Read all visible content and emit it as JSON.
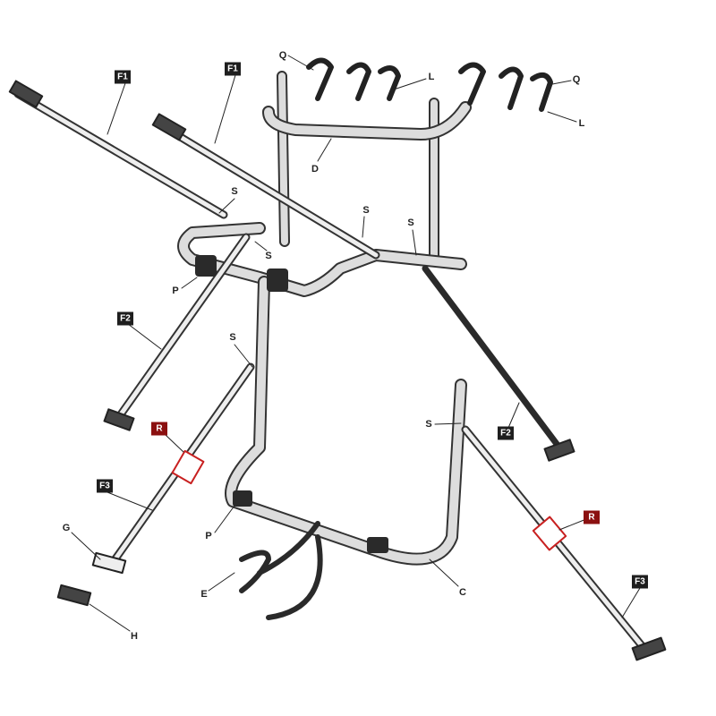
{
  "diagram": {
    "badges": [
      {
        "id": "f1a",
        "text": "F1",
        "tone": "dark"
      },
      {
        "id": "f1b",
        "text": "F1",
        "tone": "dark"
      },
      {
        "id": "f2a",
        "text": "F2",
        "tone": "dark"
      },
      {
        "id": "f2b",
        "text": "F2",
        "tone": "dark"
      },
      {
        "id": "f3a",
        "text": "F3",
        "tone": "dark"
      },
      {
        "id": "f3b",
        "text": "F3",
        "tone": "dark"
      },
      {
        "id": "ra",
        "text": "R",
        "tone": "red"
      },
      {
        "id": "rb",
        "text": "R",
        "tone": "red"
      }
    ],
    "labels": [
      "Q",
      "L",
      "Q",
      "L",
      "D",
      "S",
      "S",
      "S",
      "S",
      "P",
      "S",
      "S",
      "G",
      "P",
      "E",
      "C",
      "H"
    ],
    "colors": {
      "badge": "#1e1e1e",
      "badge_red": "#8b1010",
      "tube": "#d9d9d9",
      "outline": "#333333",
      "strap": "#2a2a2a"
    }
  }
}
